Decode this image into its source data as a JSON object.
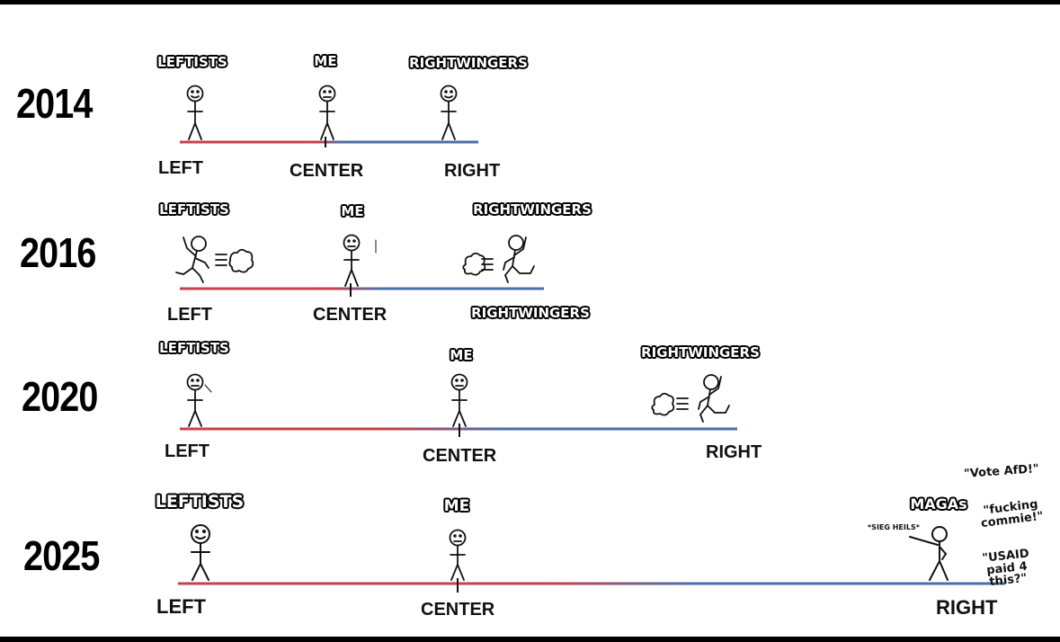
{
  "rows": [
    {
      "year": "2014",
      "labels": {
        "left": "LEFT",
        "center": "CENTER",
        "right": "RIGHT"
      },
      "groups": {
        "left": "LEFTISTS",
        "me": "ME",
        "right": "RIGHTWINGERS"
      }
    },
    {
      "year": "2016",
      "labels": {
        "left": "LEFT",
        "center": "CENTER",
        "right": "RIGHTWINGERS"
      },
      "groups": {
        "left": "LEFTISTS",
        "me": "ME",
        "right": "RIGHTWINGERS"
      }
    },
    {
      "year": "2020",
      "labels": {
        "left": "LEFT",
        "center": "CENTER",
        "right": "RIGHT"
      },
      "groups": {
        "left": "LEFTISTS",
        "me": "ME",
        "right": "RIGHTWINGERS"
      }
    },
    {
      "year": "2025",
      "labels": {
        "left": "LEFT",
        "center": "CENTER",
        "right": "RIGHT"
      },
      "groups": {
        "left": "LEFTISTS",
        "me": "ME",
        "right": "MAGAs"
      },
      "quotes": [
        "\"Vote AfD!\"",
        "\"fucking commie!\"",
        "\"USAID paid 4 this?\""
      ],
      "action": "*SIEG HEILS*"
    }
  ],
  "colors": {
    "left_line": "#c8404a",
    "right_line": "#4a6fa8",
    "ink": "#111111"
  }
}
